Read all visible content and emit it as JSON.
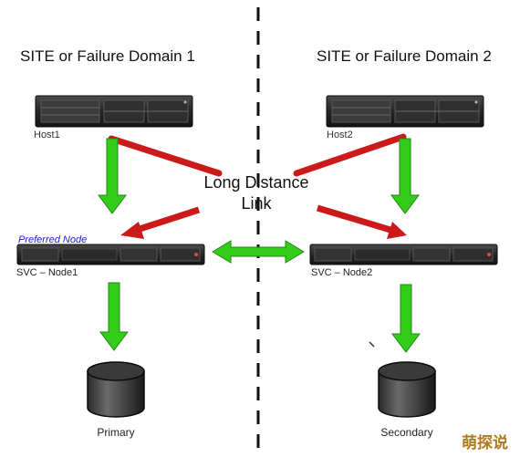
{
  "sites": {
    "left_title": "SITE or Failure Domain  1",
    "right_title": "SITE or Failure Domain  2"
  },
  "hosts": {
    "left_label": "Host1",
    "right_label": "Host2"
  },
  "nodes": {
    "preferred_label": "Preferred Node",
    "left_label": "SVC – Node1",
    "right_label": "SVC – Node2"
  },
  "link": {
    "line1": "Long Distance",
    "line2": "Link"
  },
  "storage": {
    "left_label": "Primary",
    "right_label": "Secondary"
  },
  "watermark": "萌探说",
  "colors": {
    "red_arrow": "#cc1a1a",
    "green_arrow": "#33cc1a",
    "green_outline": "#1f8a10",
    "divider": "#111111",
    "preferred_text": "#2222cc",
    "device_body": "#1e1e1e"
  },
  "icons": [
    "server-icon",
    "svc-node-icon",
    "database-cylinder-icon"
  ]
}
